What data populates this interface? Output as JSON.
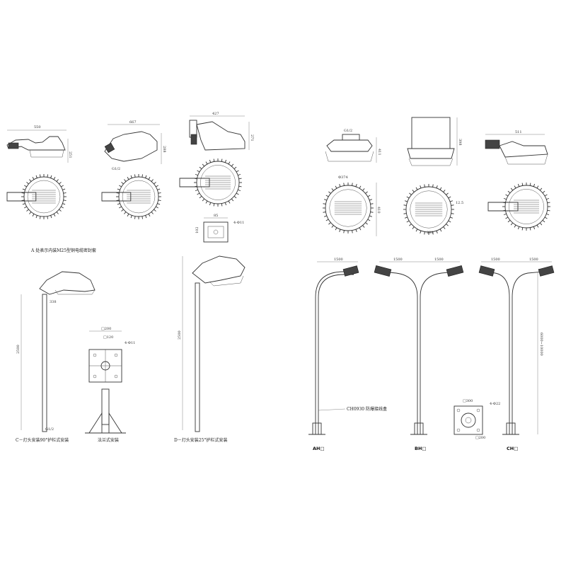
{
  "captions": {
    "a_note": "A 处表示内装M25型铜电缆密封套",
    "c_caption": "C－灯头安装90°护栏式安装",
    "flange_caption": "法兰式安装",
    "d_caption": "D－灯头安装25°护栏式安装",
    "cable_box_label": "CH0930 防爆接线盒",
    "ah_label": "AH□",
    "bh_label": "BH□",
    "ch_label": "CH□"
  },
  "dimensions": {
    "d1": "550",
    "d2": "251",
    "d3": "667",
    "d4": "288",
    "d5": "427",
    "d6": "271",
    "d7": "411",
    "d8": "338",
    "d9": "398",
    "d10": "511",
    "d11": "Φ374",
    "d12": "410",
    "d13": "12.5",
    "d14": "280",
    "d15": "85",
    "d16": "102",
    "d17": "4-Φ11",
    "d18": "□200",
    "d19": "□120",
    "d20": "4-Φ11",
    "pole_h1": "2500",
    "pole_h2": "2500",
    "ang1": "G1/2",
    "ang2": "G1/2",
    "ang3": "G1/2",
    "arm1": "1500",
    "arm2": "1500",
    "arm3": "1500",
    "arm4": "1500",
    "arm5": "1500",
    "span": "6000~10000",
    "fl1": "□300",
    "fl2": "4-Φ22",
    "fl3": "□200"
  }
}
